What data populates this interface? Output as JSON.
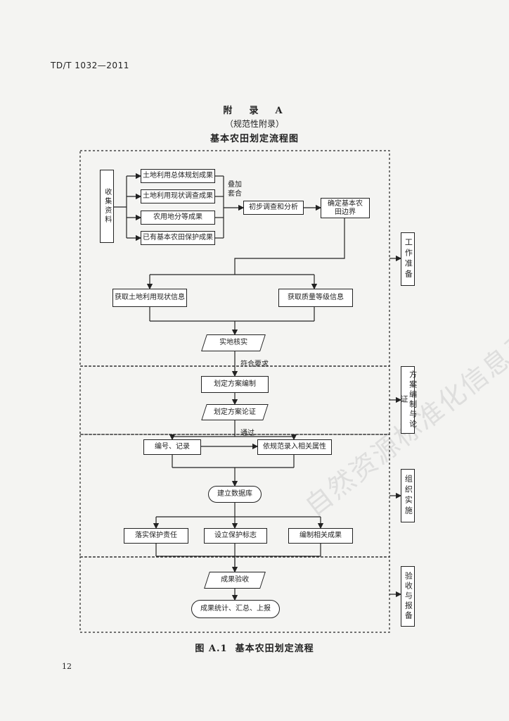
{
  "header": {
    "std_code": "TD/T 1032—2011"
  },
  "appendix": {
    "title": "附  录  A",
    "subtitle": "（规范性附录）",
    "name": "基本农田划定流程图"
  },
  "flow": {
    "collect": "收集资料",
    "sources": [
      "土地利用总体规划成果",
      "土地利用现状调查成果",
      "农用地分等成果",
      "已有基本农田保护成果"
    ],
    "overlay_label": "叠加套合",
    "prelim": "初步调查和分析",
    "boundary": "确定基本农田边界",
    "info_land": "获取土地利用现状信息",
    "info_quality": "获取质量等级信息",
    "field_check": "实地核实",
    "meets_req": "符合要求",
    "plan_compile": "划定方案编制",
    "plan_review": "划定方案论证",
    "passed": "通过",
    "number_record": "编号、记录",
    "enter_attrs": "依规范录入相关属性",
    "build_db": "建立数据库",
    "assign_duty": "落实保护责任",
    "set_marks": "设立保护标志",
    "compile_results": "编制相关成果",
    "accept": "成果验收",
    "stats_report": "成果统计、汇总、上报"
  },
  "phases": [
    "工作准备",
    "方案编制与论证",
    "组织实施",
    "验收与报备"
  ],
  "figure_caption": "图 A.1  基本农田划定流程",
  "page_number": "12",
  "watermark": "自然资源标准化信息系统"
}
